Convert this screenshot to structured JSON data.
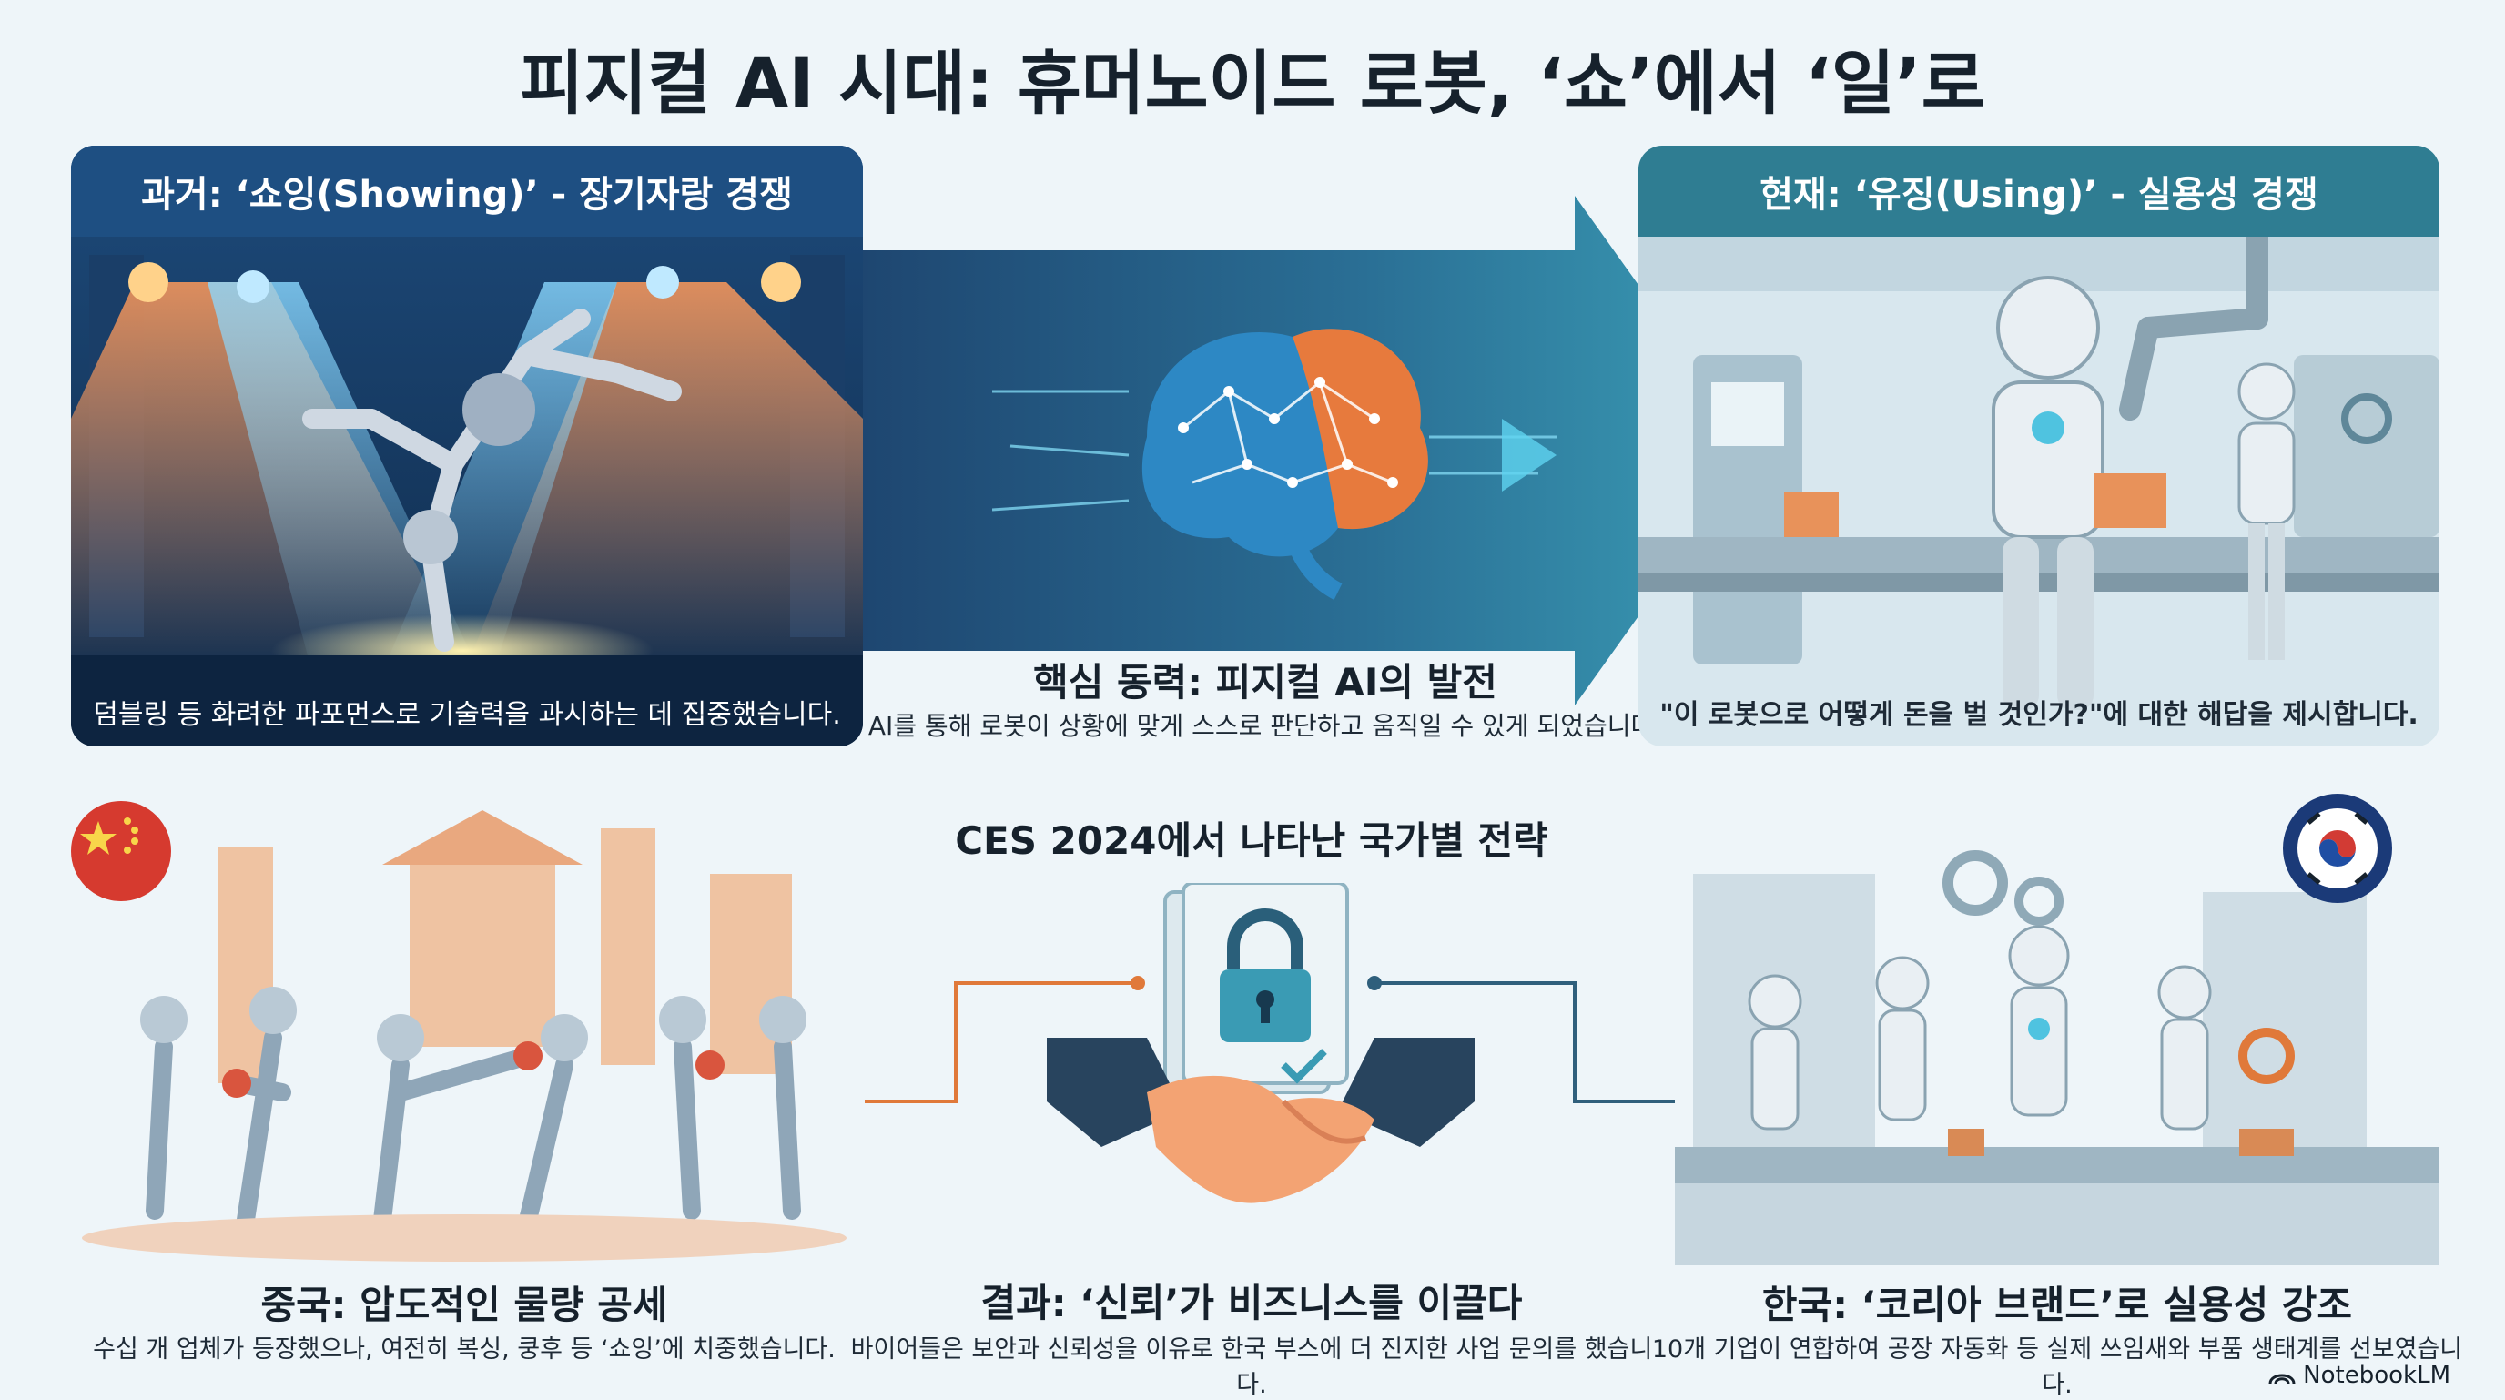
{
  "title": "피지컬 AI 시대: 휴머노이드 로봇, ‘쇼’에서 ‘일’로",
  "past": {
    "header": "과거: ‘쇼잉(Showing)’ - 장기자랑 경쟁",
    "caption": "덤블링 등 화려한 파포먼스로 기술력을 과시하는 데 집중했습니다."
  },
  "core": {
    "title": "핵심 동력: 피지컬 AI의 발전",
    "text": "AI를 통해 로봇이 상황에 맞게 스스로 판단하고 움직일 수 있게 되었습니다."
  },
  "present": {
    "header": "현재: ‘유징(Using)’ - 실용성 경쟁",
    "caption": "\"이 로봇으로 어떻게 돈을 벌 것인가?\"에 대한 해답을 제시합니다."
  },
  "ces_heading": "CES 2024에서 나타난 국가별 전략",
  "china": {
    "title": "중국: 압도적인 물량 공세",
    "text": "수십 개 업체가 등장했으나, 여전히 복싱, 쿵후 등 ‘쇼잉’에 치중했습니다."
  },
  "result": {
    "title": "결과: ‘신뢰’가 비즈니스를 이끌다",
    "text": "바이어들은 보안과 신뢰성을 이유로 한국 부스에 더 진지한 사업 문의를 했습니다."
  },
  "korea": {
    "title": "한국: ‘코리아 브랜드’로 실용성 강조",
    "text": "10개 기업이 연합하여 공장 자동화 등 실제 쓰임새와 부품 생태계를 선보였습니다."
  },
  "brand": "NotebookLM",
  "icons": {
    "brain": "brain-icon",
    "lock": "lock-icon",
    "handshake": "handshake-icon",
    "china_flag": "china-flag-icon",
    "korea_flag": "korea-flag-icon",
    "brand": "notebooklm-icon"
  },
  "colors": {
    "panel_dark": "#1f4d7a",
    "panel_teal": "#2f7d92",
    "accent_orange": "#e0793a",
    "accent_cyan": "#47c3e6",
    "china_tone": "#e29a70",
    "korea_tone": "#9fb8c6"
  }
}
